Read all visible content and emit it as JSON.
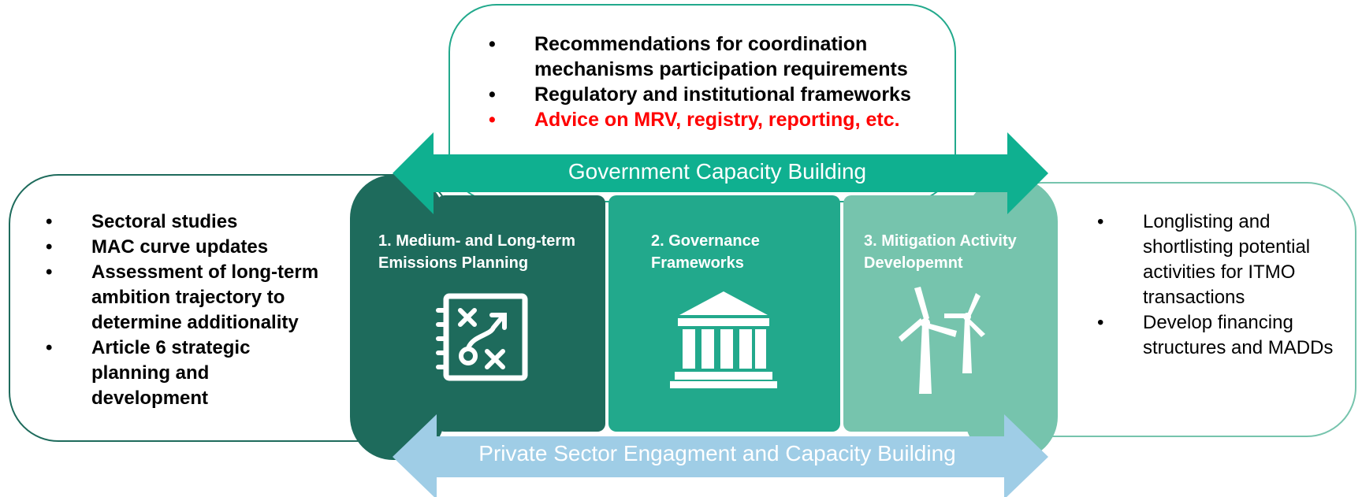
{
  "top_box": {
    "items": [
      "Recommendations for coordination mechanisms participation requirements",
      "Regulatory and institutional frameworks",
      "Advice on MRV, registry, reporting, etc."
    ]
  },
  "left_box": {
    "items": [
      "Sectoral studies",
      "MAC curve updates",
      "Assessment of long-term ambition trajectory to determine additionality",
      "Article 6 strategic planning and development"
    ]
  },
  "right_box": {
    "items": [
      "Longlisting and shortlisting potential activities for ITMO transactions",
      "Develop financing structures and MADDs"
    ]
  },
  "arrows": {
    "government": "Government Capacity Building",
    "private": "Private Sector Engagment and Capacity Building"
  },
  "cards": [
    {
      "title": "1. Medium- and Long-term Emissions Planning",
      "icon": "strategy-plan-icon",
      "color": "#1e6b5c"
    },
    {
      "title": "2. Governance Frameworks",
      "icon": "government-building-icon",
      "color": "#22a98c"
    },
    {
      "title": "3. Mitigation Activity Developemnt",
      "icon": "wind-turbine-icon",
      "color": "#76c4ad"
    }
  ],
  "colors": {
    "teal_arrow": "#0fb090",
    "blue_arrow": "#9fcde6",
    "dark_green": "#1e6b5c",
    "red_text": "#ff0000"
  }
}
